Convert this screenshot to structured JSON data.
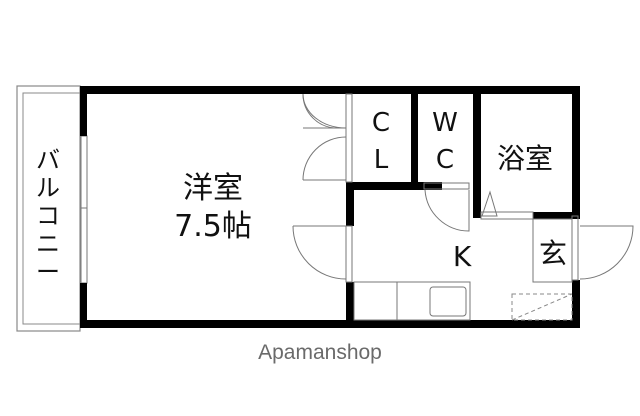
{
  "floorplan": {
    "rooms": {
      "western_room": {
        "name": "洋室",
        "size": "7.5帖"
      },
      "balcony": {
        "name": "バルコニー",
        "chars": [
          "バ",
          "ル",
          "コ",
          "ニ",
          "ー"
        ]
      },
      "closet": {
        "line1": "C",
        "line2": "L"
      },
      "toilet": {
        "line1": "W",
        "line2": "C"
      },
      "bathroom": {
        "name": "浴室"
      },
      "kitchen": {
        "name": "K"
      },
      "entrance": {
        "name": "玄"
      }
    },
    "brand": "Apamanshop",
    "colors": {
      "wall": "#000000",
      "line": "#777777",
      "brand_text": "#6a6a6a",
      "background": "#ffffff"
    }
  }
}
